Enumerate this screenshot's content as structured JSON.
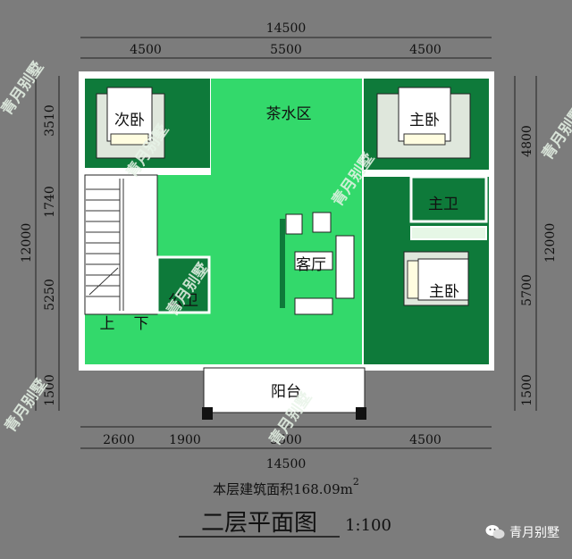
{
  "dimensions": {
    "top_total": "14500",
    "top_segments": [
      "4500",
      "5500",
      "4500"
    ],
    "bottom_segments": [
      "2600",
      "1900",
      "5500",
      "4500"
    ],
    "bottom_total": "14500",
    "left_segments": [
      "3510",
      "1740",
      "5250",
      "1500"
    ],
    "left_total": "12000",
    "right_segments": [
      "4800",
      "5700",
      "1500"
    ],
    "right_total": "12000"
  },
  "rooms": {
    "second_bedroom": "次卧",
    "tea_area": "茶水区",
    "master_bedroom_top": "主卧",
    "master_bath": "主卫",
    "living": "客厅",
    "master_bedroom_bottom": "主卧",
    "bath": "公卫",
    "stairs_up": "上",
    "stairs_down": "下",
    "balcony": "阳台"
  },
  "area_note": "本层建筑面积168.09m",
  "area_sup": "2",
  "title": "二层平面图",
  "scale": "1:100",
  "watermark": "青月别墅",
  "brand": "青月别墅",
  "colors": {
    "background": "#7c7c7c",
    "room_light": "#33d96b",
    "room_dark": "#0e7a3a",
    "wall": "#ffffff",
    "text": "#111111"
  }
}
